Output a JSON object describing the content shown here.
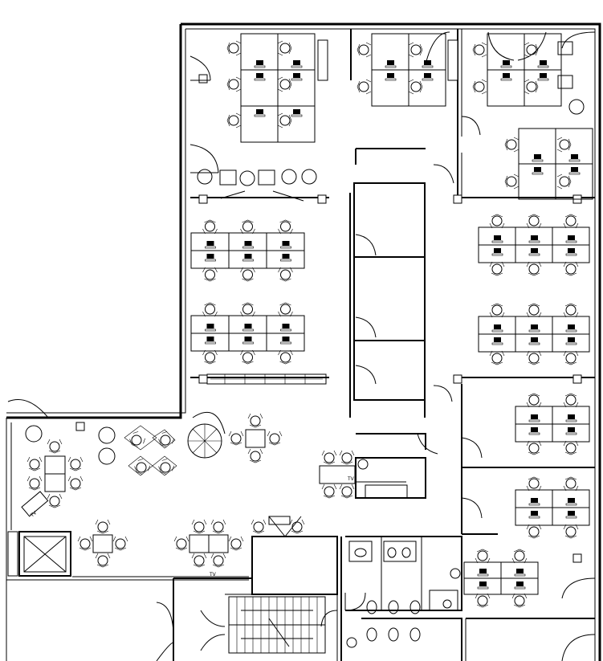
{
  "plan": {
    "background": "#ffffff",
    "line_color": "#000000"
  },
  "labels": {
    "tv_lounge": "TV",
    "tv_bottom": "TV",
    "tv_corridor": "TV"
  }
}
